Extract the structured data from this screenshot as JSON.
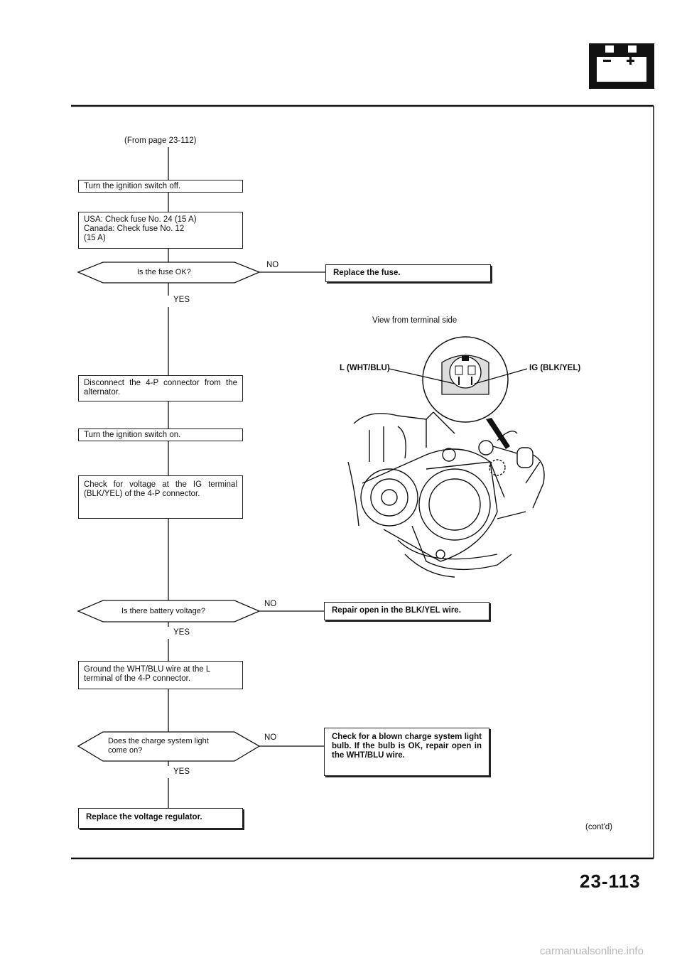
{
  "header": {
    "battery_icon": "battery-icon",
    "from_page": "(From page 23-112)"
  },
  "steps": {
    "turn_off": "Turn the ignition switch off.",
    "check_fuse_usa": "USA: Check fuse No. 24 (15 A)",
    "check_fuse_canada": "Canada: Check fuse No. 12",
    "check_fuse_amp": "(15 A)",
    "disconnect": "Disconnect the 4-P connector from the alternator.",
    "turn_on": "Turn the ignition switch on.",
    "check_voltage": "Check for voltage at the IG terminal (BLK/YEL) of the 4-P connector.",
    "ground": "Ground the WHT/BLU wire at the L terminal of the 4-P connector.",
    "replace_regulator": "Replace the voltage regulator."
  },
  "decisions": {
    "fuse_ok": "Is the fuse OK?",
    "battery_voltage": "Is there battery voltage?",
    "light_on": "Does the charge system light come on?"
  },
  "branches": {
    "yes": "YES",
    "no": "NO"
  },
  "results": {
    "replace_fuse": "Replace the fuse.",
    "repair_blk_yel": "Repair open in the BLK/YEL wire.",
    "check_bulb": "Check for a blown charge system light bulb. If the bulb is OK, repair open in the WHT/BLU wire."
  },
  "illustration": {
    "view_label": "View from terminal side",
    "l_terminal": "L (WHT/BLU)",
    "ig_terminal": "IG (BLK/YEL)",
    "connector_icon": "connector-icon",
    "alternator_icon": "alternator-icon"
  },
  "footer": {
    "contd": "(cont'd)",
    "page_number": "23-113",
    "watermark": "carmanualsonline.info"
  }
}
